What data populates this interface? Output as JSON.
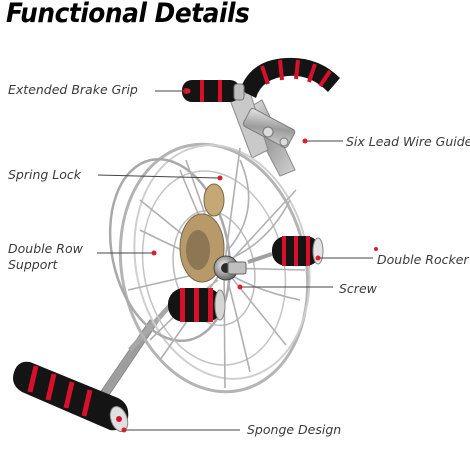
{
  "title": "Functional Details",
  "labels": {
    "extended_brake_grip": "Extended Brake Grip",
    "six_lead_wire_guide": "Six Lead Wire Guide",
    "spring_lock": "Spring Lock",
    "double_row_support": "Double Row Support",
    "double_rocker": "Double Rocker",
    "screw": "Screw",
    "sponge_design": "Sponge Design"
  },
  "colors": {
    "accent": "#e01b2c",
    "grip_black": "#141414",
    "grip_red": "#d8102a",
    "steel": "#b9b9b9"
  }
}
